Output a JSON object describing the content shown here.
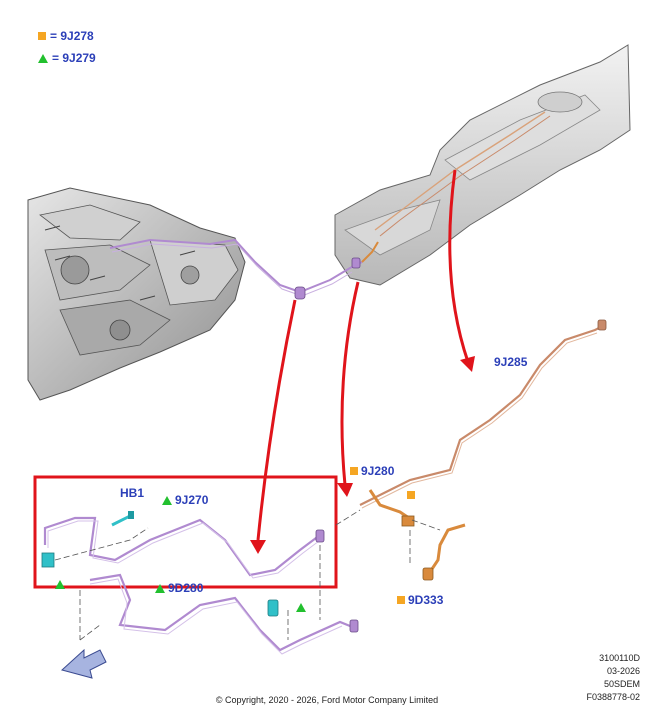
{
  "legend": [
    {
      "marker": "square",
      "color": "#f5a623",
      "text": "= 9J278"
    },
    {
      "marker": "triangle",
      "color": "#22c02e",
      "text": "= 9J279"
    }
  ],
  "labels": {
    "hb1": "HB1",
    "p9j270": "9J270",
    "p9d280": "9D280",
    "p9j280": "9J280",
    "p9j285": "9J285",
    "p9d333": "9D333"
  },
  "meta": {
    "line1": "3100110D",
    "line2": "03-2026",
    "line3": "50SDEM",
    "line4": "F0388778-02"
  },
  "copyright": "© Copyright, 2020 - 2026, Ford Motor Company Limited",
  "colors": {
    "accent_label": "#2b3fb8",
    "highlight_box": "#e0141b",
    "arrow": "#e0141b",
    "purple_line": "#b08ad0",
    "orange_line": "#d98a3c",
    "copper_line": "#c98a6a",
    "cyan_clip": "#30c0c8"
  },
  "icons": [
    "engine-illustration",
    "fuel-tank-illustration",
    "front-direction-arrow-icon"
  ]
}
